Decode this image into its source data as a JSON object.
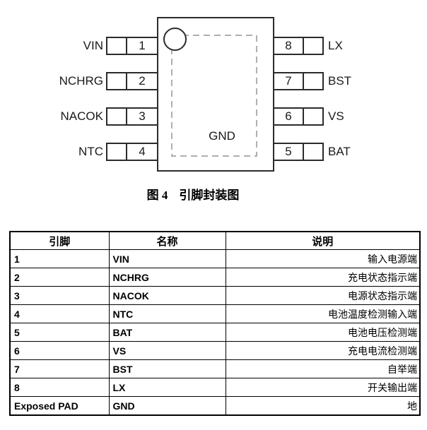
{
  "diagram": {
    "gnd_label": "GND",
    "pins_left": [
      {
        "number": "1",
        "label": "VIN"
      },
      {
        "number": "2",
        "label": "NCHRG"
      },
      {
        "number": "3",
        "label": "NACOK"
      },
      {
        "number": "4",
        "label": "NTC"
      }
    ],
    "pins_right": [
      {
        "number": "8",
        "label": "LX"
      },
      {
        "number": "7",
        "label": "BST"
      },
      {
        "number": "6",
        "label": "VS"
      },
      {
        "number": "5",
        "label": "BAT"
      }
    ]
  },
  "caption": {
    "figure_label": "图 4",
    "figure_title": "引脚封装图"
  },
  "pin_table": {
    "headers": {
      "pin": "引脚",
      "name": "名称",
      "description": "说明"
    },
    "rows": [
      {
        "pin": "1",
        "name": "VIN",
        "description": "输入电源端"
      },
      {
        "pin": "2",
        "name": "NCHRG",
        "description": "充电状态指示端"
      },
      {
        "pin": "3",
        "name": "NACOK",
        "description": "电源状态指示端"
      },
      {
        "pin": "4",
        "name": "NTC",
        "description": "电池温度检测输入端"
      },
      {
        "pin": "5",
        "name": "BAT",
        "description": "电池电压检测端"
      },
      {
        "pin": "6",
        "name": "VS",
        "description": "充电电流检测端"
      },
      {
        "pin": "7",
        "name": "BST",
        "description": "自举端"
      },
      {
        "pin": "8",
        "name": "LX",
        "description": "开关输出端"
      },
      {
        "pin": "Exposed PAD",
        "name": "GND",
        "description": "地"
      }
    ]
  },
  "colors": {
    "diagram_line": "#2b2b2b",
    "exposed_pad_dash": "#a3a3a3",
    "table_border": "#000000",
    "text": "#111111",
    "background": "#ffffff"
  }
}
